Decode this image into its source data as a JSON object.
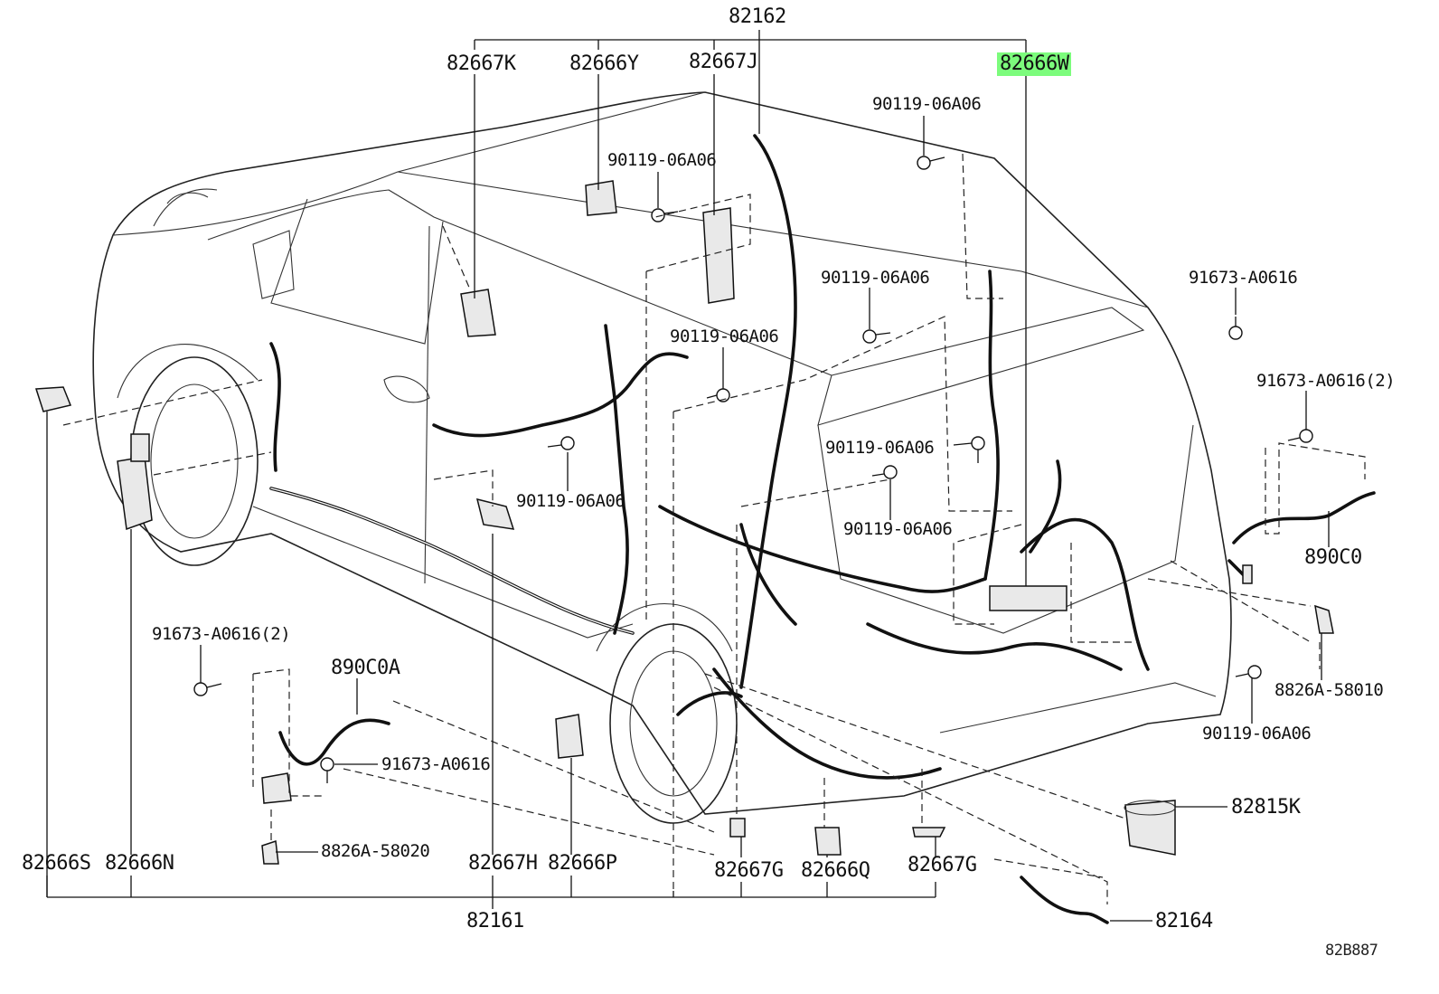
{
  "labels": {
    "l82162": "82162",
    "l82667K": "82667K",
    "l82666Y": "82666Y",
    "l82667J": "82667J",
    "l82666W": "82666W",
    "b1": "90119-06A06",
    "b2": "90119-06A06",
    "b3": "90119-06A06",
    "b4": "90119-06A06",
    "b5": "90119-06A06",
    "b6": "90119-06A06",
    "b7": "90119-06A06",
    "b8": "90119-06A06",
    "c1": "91673-A0616",
    "c2": "91673-A0616(2)",
    "c3": "91673-A0616(2)",
    "c4": "91673-A0616",
    "s1": "890C0",
    "s2": "890C0A",
    "r1": "8826A-58010",
    "r2": "8826A-58020",
    "l82815K": "82815K",
    "l82164": "82164",
    "l82666S": "82666S",
    "l82666N": "82666N",
    "l82667H": "82667H",
    "l82666P": "82666P",
    "l82667G_a": "82667G",
    "l82666Q": "82666Q",
    "l82667G_b": "82667G",
    "l82161": "82161",
    "ref": "82B887"
  },
  "highlight_color": "#7cfc7c"
}
